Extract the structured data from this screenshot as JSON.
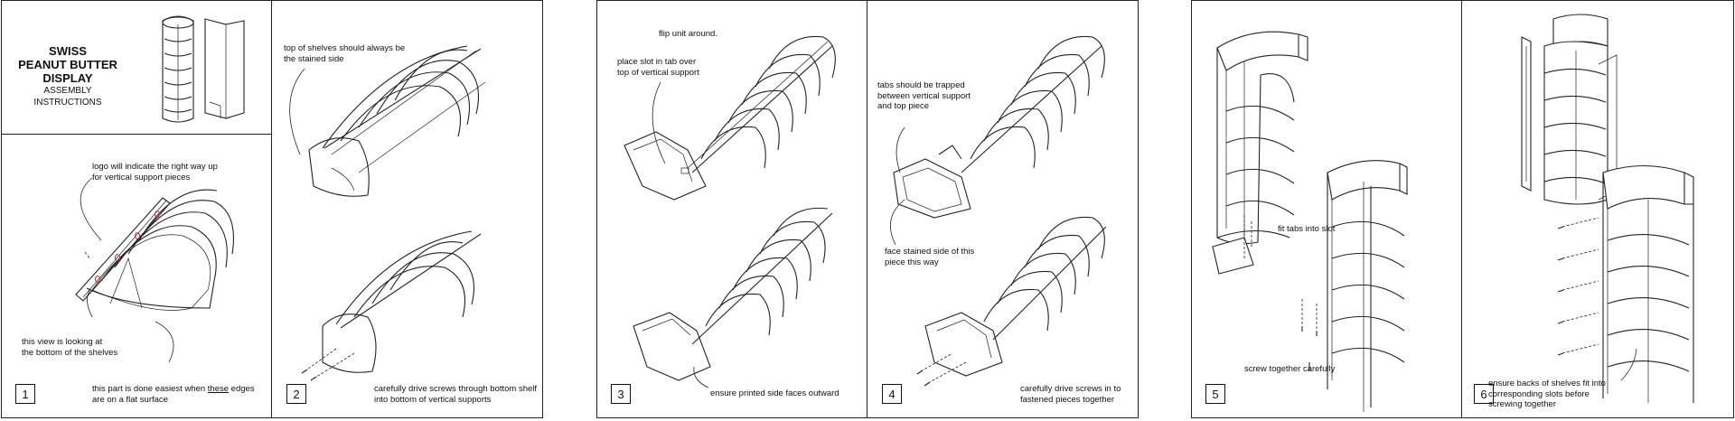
{
  "sheets": [
    {
      "title": {
        "line1": "SWISS",
        "line2": "PEANUT BUTTER",
        "line3": "DISPLAY",
        "subtitle": "ASSEMBLY INSTRUCTIONS"
      },
      "step1": {
        "number": "1",
        "note_logo": "logo will indicate the right way up\nfor vertical support pieces",
        "note_view": "this view is looking at\nthe bottom of the shelves",
        "note_flat_a": "this part is done easiest when ",
        "note_flat_u": "these",
        "note_flat_b": " edges\nare on a flat surface"
      },
      "step2": {
        "number": "2",
        "note_top": "top of shelves should always be\nthe stained side",
        "note_screws": "carefully drive screws through bottom shelf\ninto bottom of vertical supports"
      }
    },
    {
      "step3": {
        "number": "3",
        "note_flip": "flip unit around.",
        "note_slot": "place slot in tab over\ntop of vertical support",
        "note_printed": "ensure printed side faces outward"
      },
      "step4": {
        "number": "4",
        "note_tabs": "tabs should be trapped\nbetween vertical support\nand top piece",
        "note_face": "face stained side of this\npiece this way",
        "note_screws": "carefully drive screws in to\nfastened pieces together"
      }
    },
    {
      "step5": {
        "number": "5",
        "note_fit": "fit tabs into slot",
        "note_screw": "screw together carefully"
      },
      "step6": {
        "number": "6",
        "note_backs": "ensure backs of shelves fit into\ncorresponding slots before\nscrewing together"
      }
    }
  ],
  "colors": {
    "stroke": "#222222",
    "logo_mark": "#c0392b",
    "background": "#ffffff"
  }
}
